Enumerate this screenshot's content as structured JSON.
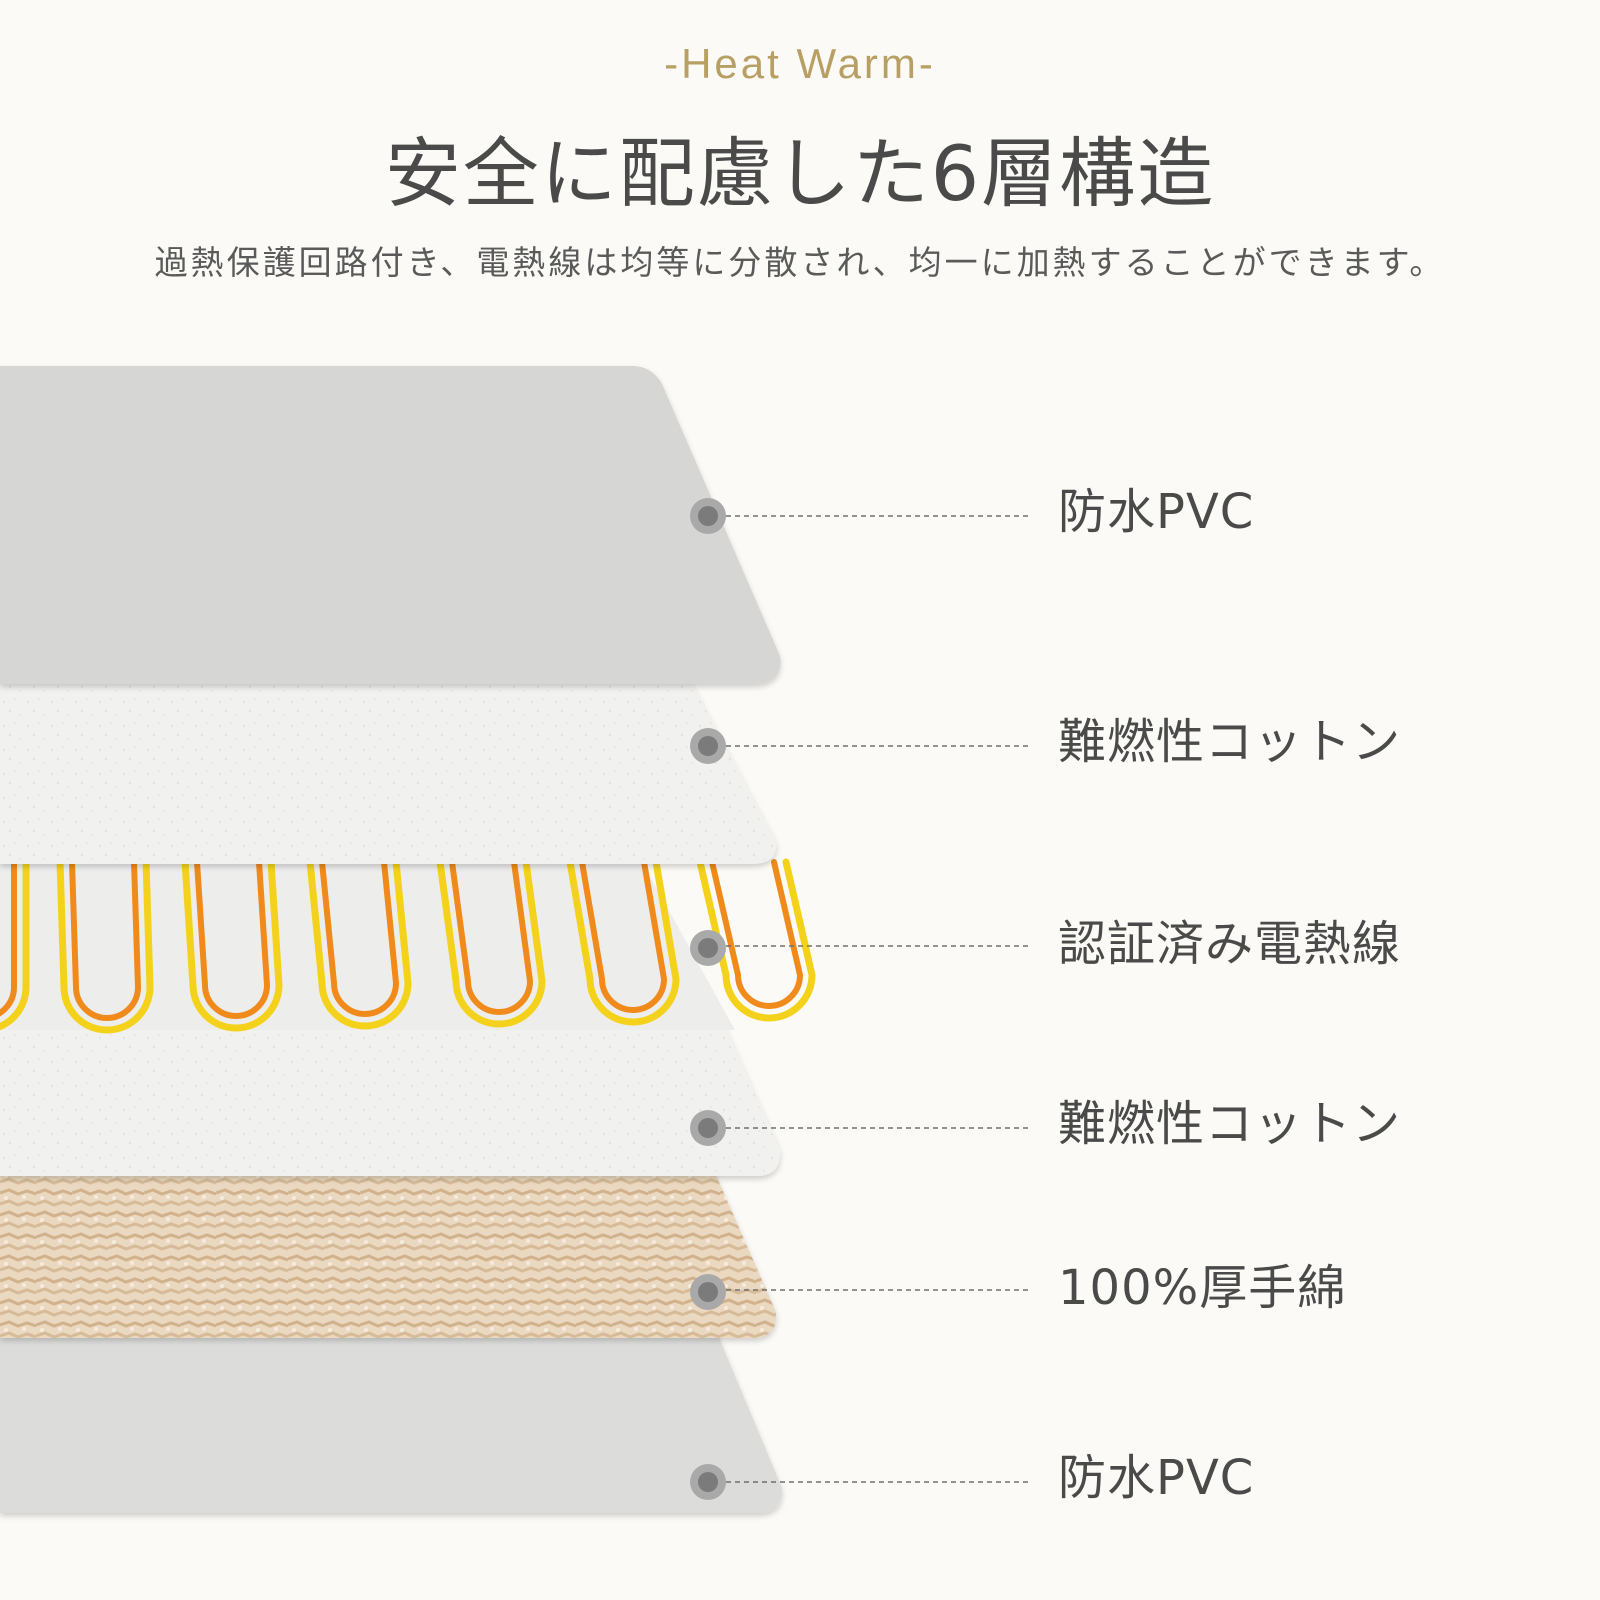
{
  "header": {
    "eyebrow": "-Heat Warm-",
    "title": "安全に配慮した6層構造",
    "subtitle": "過熱保護回路付き、電熱線は均等に分散され、均一に加熱することができます。"
  },
  "layers": [
    {
      "label": "防水PVC",
      "material": "pvc"
    },
    {
      "label": "難燃性コットン",
      "material": "cotton"
    },
    {
      "label": "認証済み電熱線",
      "material": "heating-wire"
    },
    {
      "label": "難燃性コットン",
      "material": "cotton"
    },
    {
      "label": "100%厚手綿",
      "material": "thick-cotton"
    },
    {
      "label": "防水PVC",
      "material": "pvc"
    }
  ],
  "colors": {
    "background": "#fbfaf6",
    "accent": "#b8a064",
    "pvc": "#d8d8d6",
    "cotton": "#f1f1ef",
    "thick_cotton": "#dcc3a2",
    "wire_yellow": "#f4d21b",
    "wire_orange": "#f08a1a",
    "callout_dot": "#8a8a8a"
  }
}
